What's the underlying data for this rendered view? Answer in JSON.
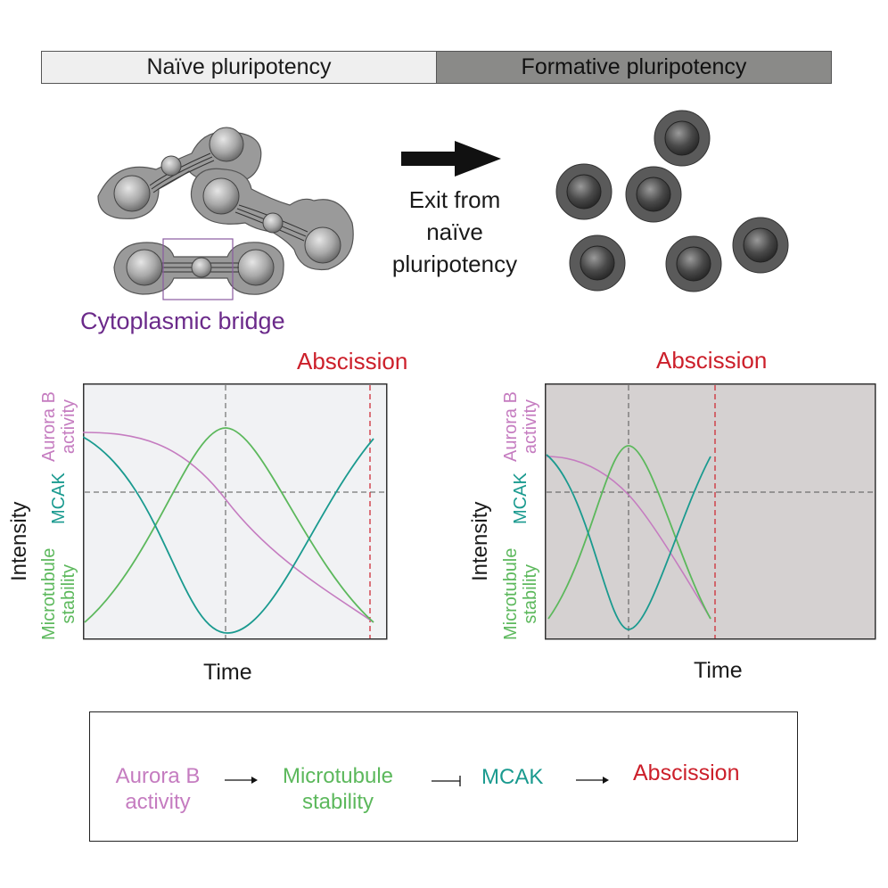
{
  "phases": {
    "naive": "Naïve pluripotency",
    "formative": "Formative pluripotency"
  },
  "transition": {
    "line1": "Exit from",
    "line2": "naïve",
    "line3": "pluripotency"
  },
  "cytoplasmic_bridge_label": "Cytoplasmic bridge",
  "colors": {
    "aurora_b": "#c57cc0",
    "microtubule": "#5cb85c",
    "mcak": "#1a9a8f",
    "abscission": "#cc1f2a",
    "bridge": "#6b2a8a",
    "naive_bg": "#efefef",
    "formative_bg": "#8a8a88",
    "plot_left_bg": "#f1f2f4",
    "plot_right_bg": "#d5d1d1"
  },
  "plot_left": {
    "abscission": "Abscission",
    "ylabel": "Intensity",
    "xlabel": "Time",
    "legend_aurora": [
      "Aurora B",
      "activity"
    ],
    "legend_mcak": "MCAK",
    "legend_mt": [
      "Microtubule",
      "stability"
    ]
  },
  "plot_right": {
    "abscission": "Abscission",
    "ylabel": "Intensity",
    "xlabel": "Time",
    "legend_aurora": [
      "Aurora B",
      "activity"
    ],
    "legend_mcak": "MCAK",
    "legend_mt": [
      "Microtubule",
      "stability"
    ]
  },
  "pathway": {
    "aurora": [
      "Aurora B",
      "activity"
    ],
    "microtubule": [
      "Microtubule",
      "stability"
    ],
    "mcak": "MCAK",
    "abscission": "Abscission"
  }
}
